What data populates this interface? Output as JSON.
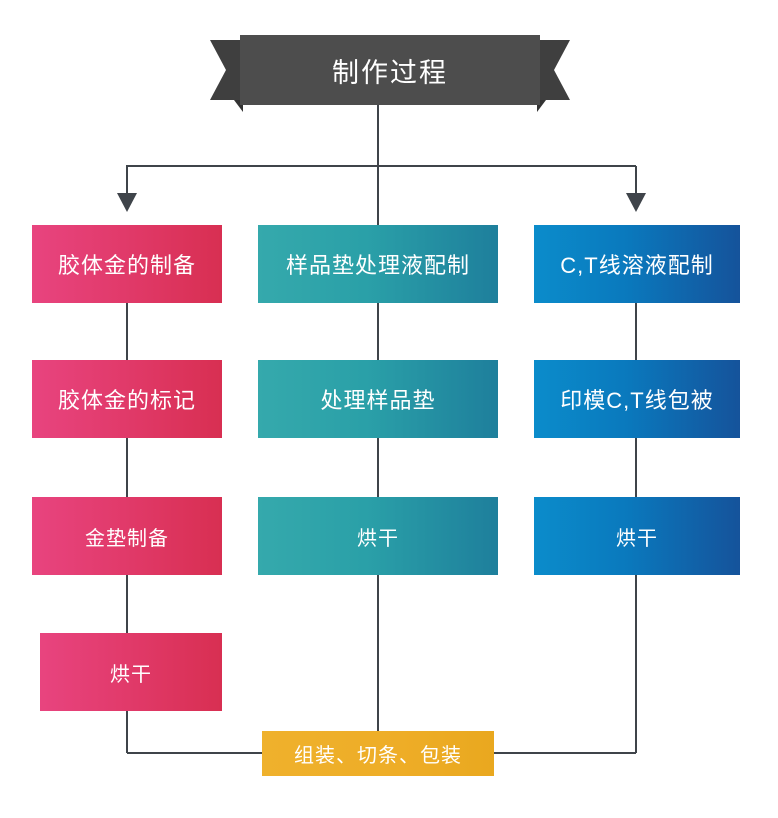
{
  "diagram": {
    "title": "制作过程",
    "title_shape": "ribbon-banner",
    "colors": {
      "ribbon": "#4d4d4d",
      "ribbon_fold": "#3f3f3f",
      "connector": "#3f444a",
      "pink_from": "#e8447f",
      "pink_to": "#d82f52",
      "teal_from": "#35a9ac",
      "teal_to": "#1e7f9c",
      "blue_from": "#0b8ccb",
      "blue_to": "#15539b",
      "orange_from": "#efb12c",
      "orange_to": "#e9a81f",
      "background": "#ffffff"
    },
    "columns": [
      {
        "id": "colloidal-gold",
        "color": "pink",
        "steps": [
          "胶体金的制备",
          "胶体金的标记",
          "金垫制备",
          "烘干"
        ]
      },
      {
        "id": "sample-pad",
        "color": "teal",
        "steps": [
          "样品垫处理液配制",
          "处理样品垫",
          "烘干"
        ]
      },
      {
        "id": "ct-line",
        "color": "blue",
        "steps": [
          "C,T线溶液配制",
          "印模C,T线包被",
          "烘干"
        ]
      }
    ],
    "final_step": "组装、切条、包装",
    "nodes": {
      "n11": "胶体金的制备",
      "n12": "胶体金的标记",
      "n13": "金垫制备",
      "n14": "烘干",
      "n21": "样品垫处理液配制",
      "n22": "处理样品垫",
      "n23": "烘干",
      "n31": "C,T线溶液配制",
      "n32": "印模C,T线包被",
      "n33": "烘干",
      "final": "组装、切条、包装"
    }
  }
}
